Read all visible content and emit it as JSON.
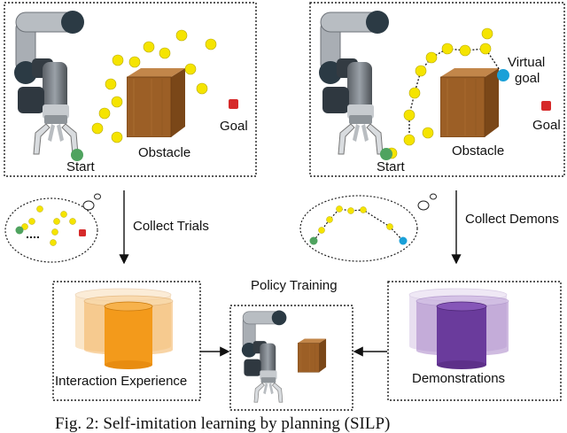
{
  "panels": {
    "left_scene": {
      "start": "Start",
      "obstacle": "Obstacle",
      "goal": "Goal"
    },
    "right_scene": {
      "start": "Start",
      "obstacle": "Obstacle",
      "goal": "Goal",
      "virtual_goal_line1": "Virtual",
      "virtual_goal_line2": "goal"
    }
  },
  "arrows": {
    "collect_trials": "Collect Trials",
    "collect_demons": "Collect Demons"
  },
  "bottom": {
    "interaction_experience": "Interaction Experience",
    "policy_training": "Policy Training",
    "demonstrations": "Demonstrations"
  },
  "caption": "Fig. 2: Self-imitation learning by planning (SILP)",
  "colors": {
    "waypoint": "#f5e400",
    "start": "#4fa35f",
    "goal": "#d62a2a",
    "virtual_goal": "#1aa0d8",
    "obstacle": "#a8692c",
    "experience": "#f39a1b",
    "demonstration": "#6a3b9c"
  },
  "icons": [
    "robot-arm-icon",
    "thought-bubble-icon",
    "cylinder-stack-icon"
  ]
}
